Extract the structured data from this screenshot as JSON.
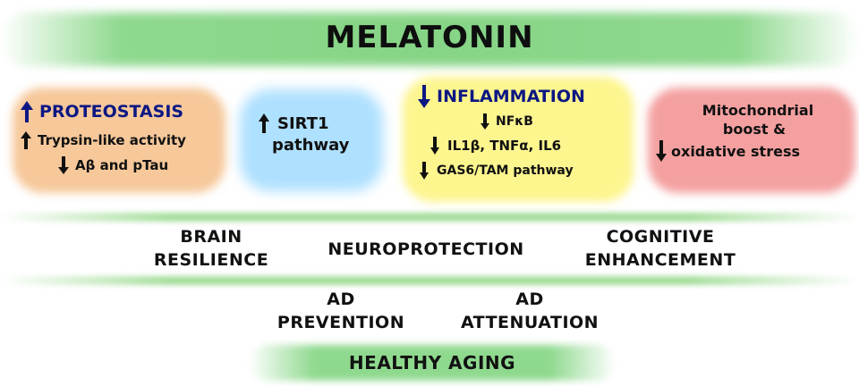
{
  "title": "MELATONIN",
  "mechanisms": {
    "proteostasis": {
      "heading": "PROTEOSTASIS",
      "lines": [
        "Trypsin-like activity",
        "Aβ and pTau"
      ]
    },
    "sirt1": {
      "line1": "SIRT1",
      "line2": "pathway"
    },
    "inflammation": {
      "heading": "INFLAMMATION",
      "lines": [
        "NFκB",
        "IL1β, TNFα, IL6",
        "GAS6/TAM pathway"
      ]
    },
    "mitochondrial": {
      "line1": "Mitochondrial",
      "line2": "boost &",
      "line3": "oxidative stress"
    }
  },
  "outcomes": {
    "brain_resilience": [
      "BRAIN",
      "RESILIENCE"
    ],
    "neuroprotection": "NEUROPROTECTION",
    "cognitive_enhancement": [
      "COGNITIVE",
      "ENHANCEMENT"
    ],
    "ad_prevention": [
      "AD",
      "PREVENTION"
    ],
    "ad_attenuation": [
      "AD",
      "ATTENUATION"
    ]
  },
  "final": "HEALTHY AGING",
  "colors": {
    "green_band": "#8fd98f",
    "proteostasis_box": "#f6c89a",
    "sirt1_box": "#aee0ff",
    "inflammation_box": "#fdf58e",
    "mitochondrial_box": "#f4a0a0",
    "heading_blue": "#0c1783"
  },
  "icons": {
    "up": "arrow-up-icon",
    "down": "arrow-down-icon"
  }
}
